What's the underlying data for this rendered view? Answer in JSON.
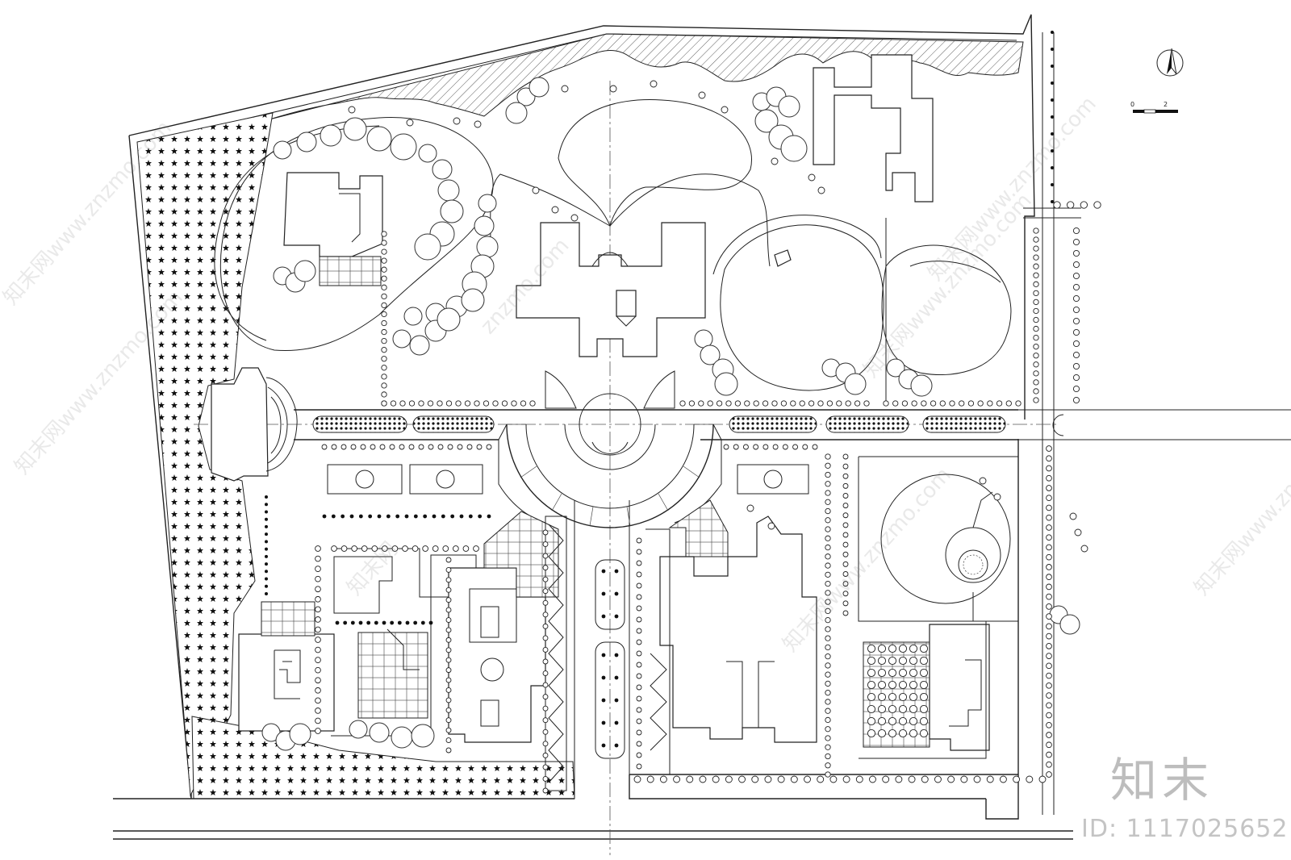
{
  "brand": {
    "name": "知末",
    "id_label": "ID: 1117025652"
  },
  "watermarks": [
    "知末网www.znzmo.com",
    "知末网www.znzmo.com",
    "znzmo.com",
    "知末网www.znzmo.com",
    "知末网www.znzmo.com",
    "知末网www.znzmo.com",
    "知末网www.znzmo.com",
    "知末网"
  ],
  "scale_bar": {
    "start": "0",
    "mid": "2"
  },
  "north_arrow": {
    "symbol": "north-arrow"
  }
}
